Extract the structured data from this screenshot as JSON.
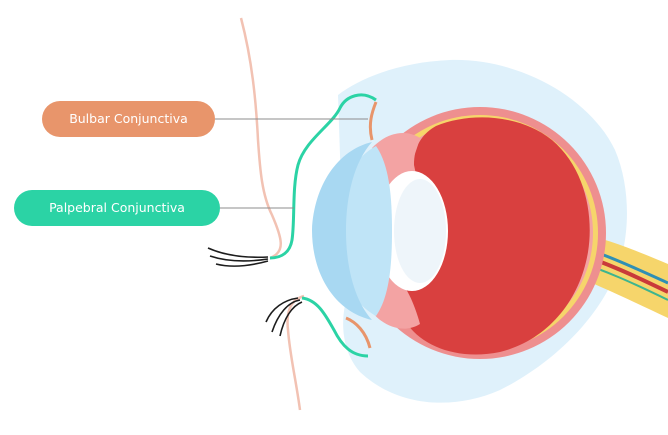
{
  "labels": [
    {
      "id": "bulbar",
      "text": "Bulbar Conjunctiva",
      "color": "#e8956b"
    },
    {
      "id": "palpebral",
      "text": "Palpebral Conjunctiva",
      "color": "#2bd3a5"
    }
  ],
  "colors": {
    "sclera_outer": "#ee8f8f",
    "sclera_edge": "#f3a3a3",
    "yellow_layer": "#f6d56b",
    "vitreous": "#d9403f",
    "cornea": "#a8d8f2",
    "iris_ring": "#bfe4f7",
    "lens": "#ffffff",
    "orbit_halo": "#dff1fb",
    "eyelid_skin": "#f2c2b3",
    "eyelash": "#1d1d1d",
    "optic_nerve": "#f6d56b",
    "artery": "#c93a3a",
    "vein": "#2f8fb5",
    "nerve_core": "#3db58f",
    "leader_line": "#8c8c8c"
  }
}
